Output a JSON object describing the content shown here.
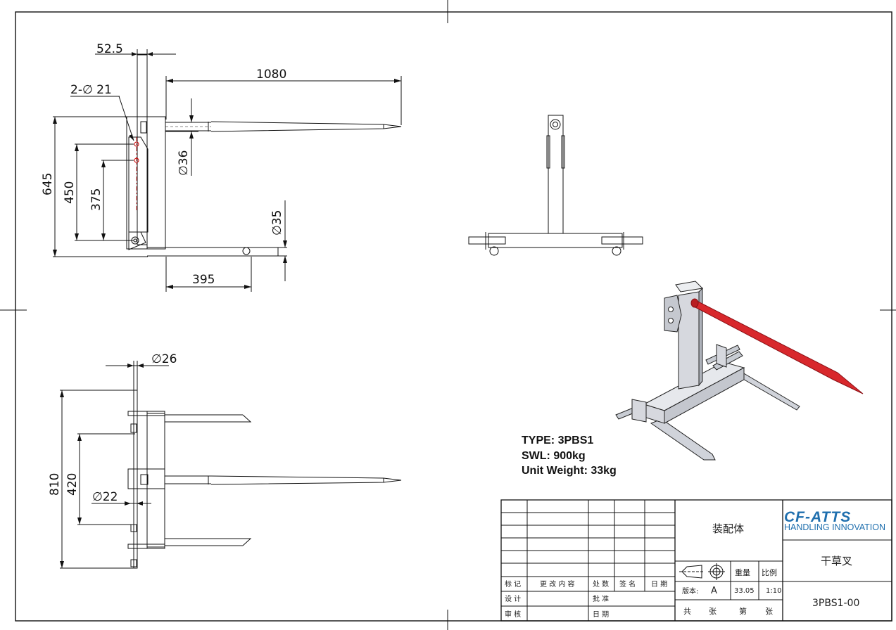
{
  "dimensions": {
    "d52_5": "52.5",
    "d1080": "1080",
    "d2phi21": "2-∅ 21",
    "d36": "∅36",
    "d645": "645",
    "d450": "450",
    "d375": "375",
    "d35": "∅35",
    "d395": "395",
    "d26": "∅26",
    "d810": "810",
    "d420": "420",
    "d22": "∅22"
  },
  "spec": {
    "type": "TYPE: 3PBS1",
    "swl": "SWL: 900kg",
    "unit_weight": "Unit Weight: 33kg"
  },
  "title_block": {
    "headers": [
      "标 记",
      "更 改 内 容",
      "处 数",
      "签 名",
      "日 期"
    ],
    "row_design": "设 计",
    "row_review": "审 核",
    "approve": "批 准",
    "date": "日 期",
    "assembly": "装配体",
    "weight_label": "重量",
    "scale_label": "比例",
    "version_label": "版本:",
    "version": "A",
    "weight": "33.05",
    "scale": "1:10",
    "total": "共",
    "sheets": "张",
    "sheet_no": "第",
    "sheets2": "张",
    "logo": "CF-ATTS",
    "slogan": "HANDLING INNOVATION",
    "part_name": "干草叉",
    "drawing_no": "3PBS1-00"
  },
  "colors": {
    "line": "#111111",
    "red_tine": "#d8282c",
    "steel": "#c9ccd3",
    "logo_blue": "#1f6fae"
  }
}
